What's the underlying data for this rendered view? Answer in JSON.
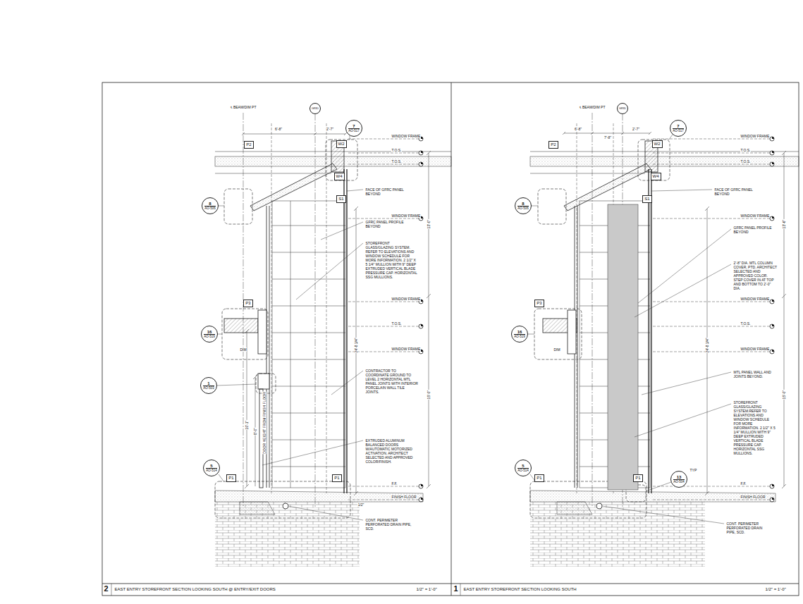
{
  "diagram": {
    "nodes": [
      {
        "text": [
          "GRID"
        ]
      },
      {
        "text": [
          "P2"
        ]
      },
      {
        "text": [
          "7",
          "AO-517"
        ]
      },
      {
        "text": [
          "W2"
        ]
      },
      {
        "text": [
          "W4"
        ]
      },
      {
        "text": [
          "S1"
        ]
      },
      {
        "text": [
          "8",
          "AO-506"
        ]
      },
      {
        "text": [
          "P3"
        ]
      },
      {
        "text": [
          "16",
          "AO-519"
        ]
      },
      {
        "text": [
          "1",
          "AO-503"
        ]
      },
      {
        "text": [
          "5",
          "AO-514"
        ]
      },
      {
        "text": [
          "P1"
        ]
      },
      {
        "text": [
          "P1"
        ]
      },
      {
        "text": [
          "GRID"
        ]
      },
      {
        "text": [
          "P2"
        ]
      },
      {
        "text": [
          "7",
          "AO-517"
        ]
      },
      {
        "text": [
          "W2"
        ]
      },
      {
        "text": [
          "W4"
        ]
      },
      {
        "text": [
          "S1"
        ]
      },
      {
        "text": [
          "8",
          "AO-506"
        ]
      },
      {
        "text": [
          "P3"
        ]
      },
      {
        "text": [
          "16",
          "AO-519"
        ]
      },
      {
        "text": [
          "5",
          "AO-514"
        ]
      },
      {
        "text": [
          "P1"
        ]
      },
      {
        "text": [
          "P1"
        ]
      },
      {
        "text": [
          "13",
          "AO-504"
        ]
      }
    ],
    "labels": [
      "℄ BEAM/DIM PT",
      "6'-8\"",
      "2'-7\"",
      "FACE OF GFRC PANEL BEYOND",
      "GFRC PANEL PROFILE BEYOND",
      "STOREFRONT GLASS/GLAZING SYSTEM. REFER TO ELEVATIONS AND WINDOW SCHEDULE FOR MORE INFORMATION. 2 1/2\" X 5 1/4\" MULLION WITH 9\" DEEP EXTRUDED VERTICAL BLADE PRESSURE CAP. HORIZONTAL SSG MULLIONS.",
      "CONTRACTOR TO COORDINATE GROUND TO LEVEL 2 HORIZONTAL MTL PANEL JOINTS WITH INTERIOR PORCELAIN WALL TILE JOINTS.",
      "EXTRUDED ALUMINUM BALANCED DOORS W/AUTOMATIC MOTORIZED ACTIVATION. ARCHITECT SELECTED AND APPROVED COLOR/FINISH.",
      "CONT. PERIMETER PERFORATED DRAIN PIPE, SCD.",
      "13'-0\"",
      "15'-0\"",
      "24'-8 1/4\"",
      "10'-1\"",
      "8'-0\"",
      "DOOR HEIGHT FROM FINISH FLOOR",
      "DIM",
      "1/2\"",
      "WINDOW FRAME",
      "T.O.S.",
      "T.O.S.",
      "WINDOW FRAME",
      "WINDOW FRAME",
      "T.O.S.",
      "WINDOW FRAME",
      "F.F.",
      "FINISH FLOOR",
      "2",
      "EAST ENTRY STOREFRONT SECTION LOOKING SOUTH @ ENTRY/EXIT DOORS",
      "1/2\" = 1'-0\"",
      "℄ BEAM/DIM PT",
      "6'-8\"",
      "7'-8\"",
      "2'-7\"",
      "FACE OF GFRC PANEL BEYOND",
      "GFRC PANEL PROFILE BEYOND",
      "2'-8\" DIA. MTL COLUMN COVER, PTD. ARCHITECT SELECTED AND APPROVED COLOR. STEP COVER IN AT TOP AND BOTTOM TO 2'-0\" DIA.",
      "MTL PANEL WALL AND JOINTS BEYOND.",
      "STOREFRONT GLASS/GLAZING SYSTEM.REFER TO ELEVATIONS AND WINDOW SCHEDULE FOR MORE INFORMATION. 2 1/2\" X 5 1/4\" MULLION WITH 9\" DEEP EXTRUDED VERTICAL BLADE PRESSURE CAP. HORIZONTAL SSG MULLIONS.",
      "CONT. PERIMETER PERFORATED DRAIN PIPE, SCD.",
      "13'-6\"",
      "15'-0\"",
      "24'-8 1/4\"",
      "DIM",
      "TYP",
      "WINDOW FRAME",
      "T.O.S.",
      "T.O.S.",
      "WINDOW FRAME",
      "WINDOW FRAME",
      "T.O.S.",
      "WINDOW FRAME",
      "F.F.",
      "FINISH FLOOR",
      "1",
      "EAST ENTRY STOREFRONT SECTION LOOKING SOUTH",
      "1/2\" = 1'-0\""
    ]
  }
}
